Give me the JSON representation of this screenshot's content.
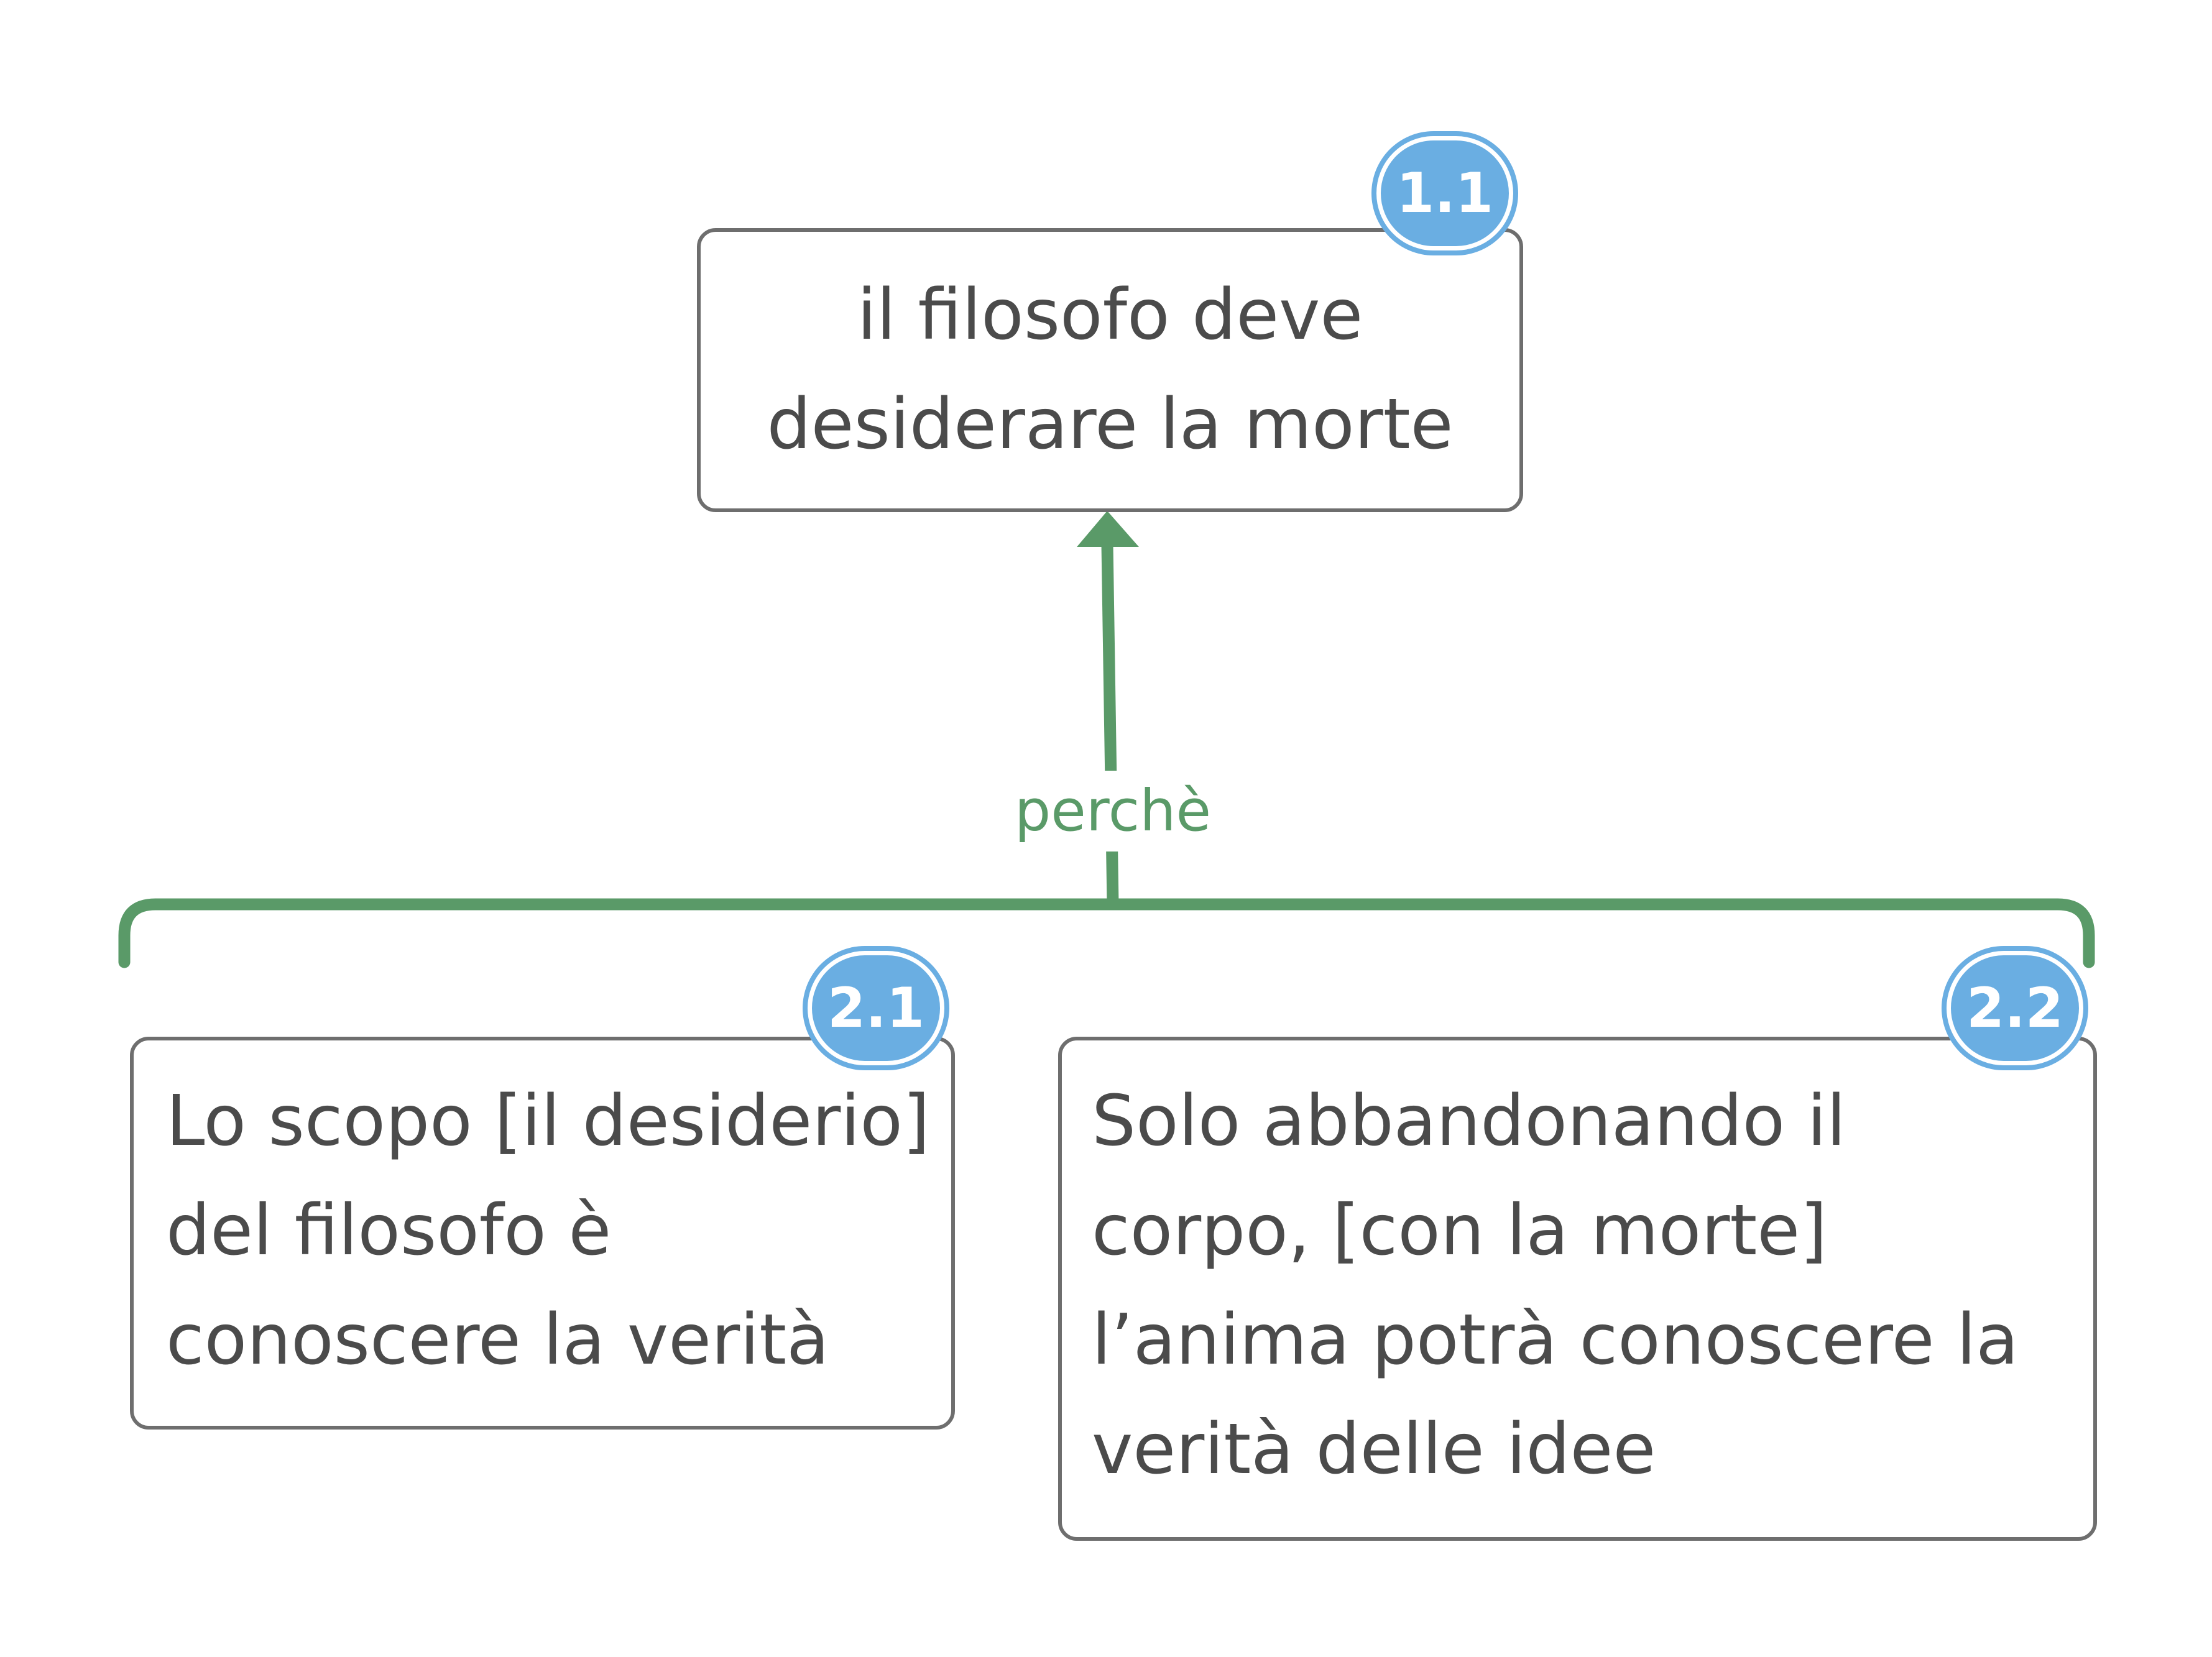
{
  "diagram": {
    "link_label": "perchè",
    "colors": {
      "link": "#5a9a68",
      "badge": "#6aaee2",
      "node_border": "#6e6e6e",
      "node_text": "#4b4b4b"
    },
    "nodes": {
      "claim": {
        "badge": "1.1",
        "text": "il filosofo deve\ndesiderare la morte"
      },
      "reason_1": {
        "badge": "2.1",
        "text": "Lo scopo [il desiderio]\ndel filosofo è\nconoscere la verità"
      },
      "reason_2": {
        "badge": "2.2",
        "text": "Solo abbandonando il\ncorpo, [con la morte]\nl’anima potrà conoscere la\nverità delle idee"
      }
    }
  }
}
